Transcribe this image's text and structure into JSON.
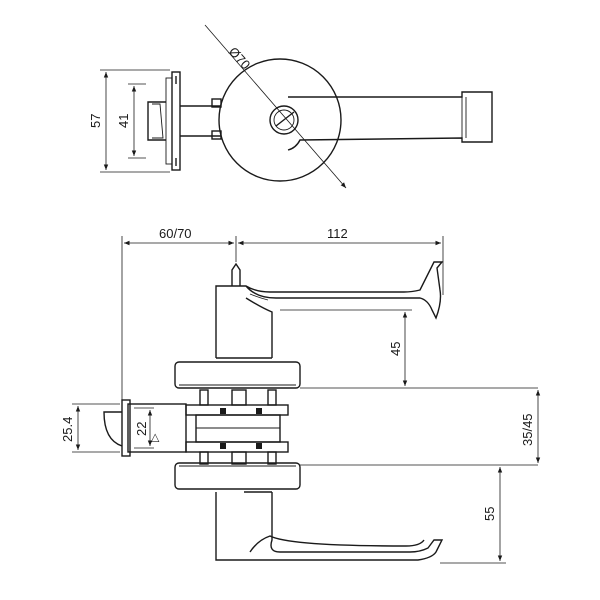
{
  "dimensions": {
    "diameter": "Ø70",
    "rose_height": "57",
    "latch_face_height": "41",
    "backset": "60/70",
    "lever_length": "112",
    "lever_height": "45",
    "door_thickness": "35/45",
    "lever_drop": "55",
    "latch_front": "25.4",
    "latch_bolt": "22"
  },
  "symbols": {
    "direction_marker": "▷"
  }
}
